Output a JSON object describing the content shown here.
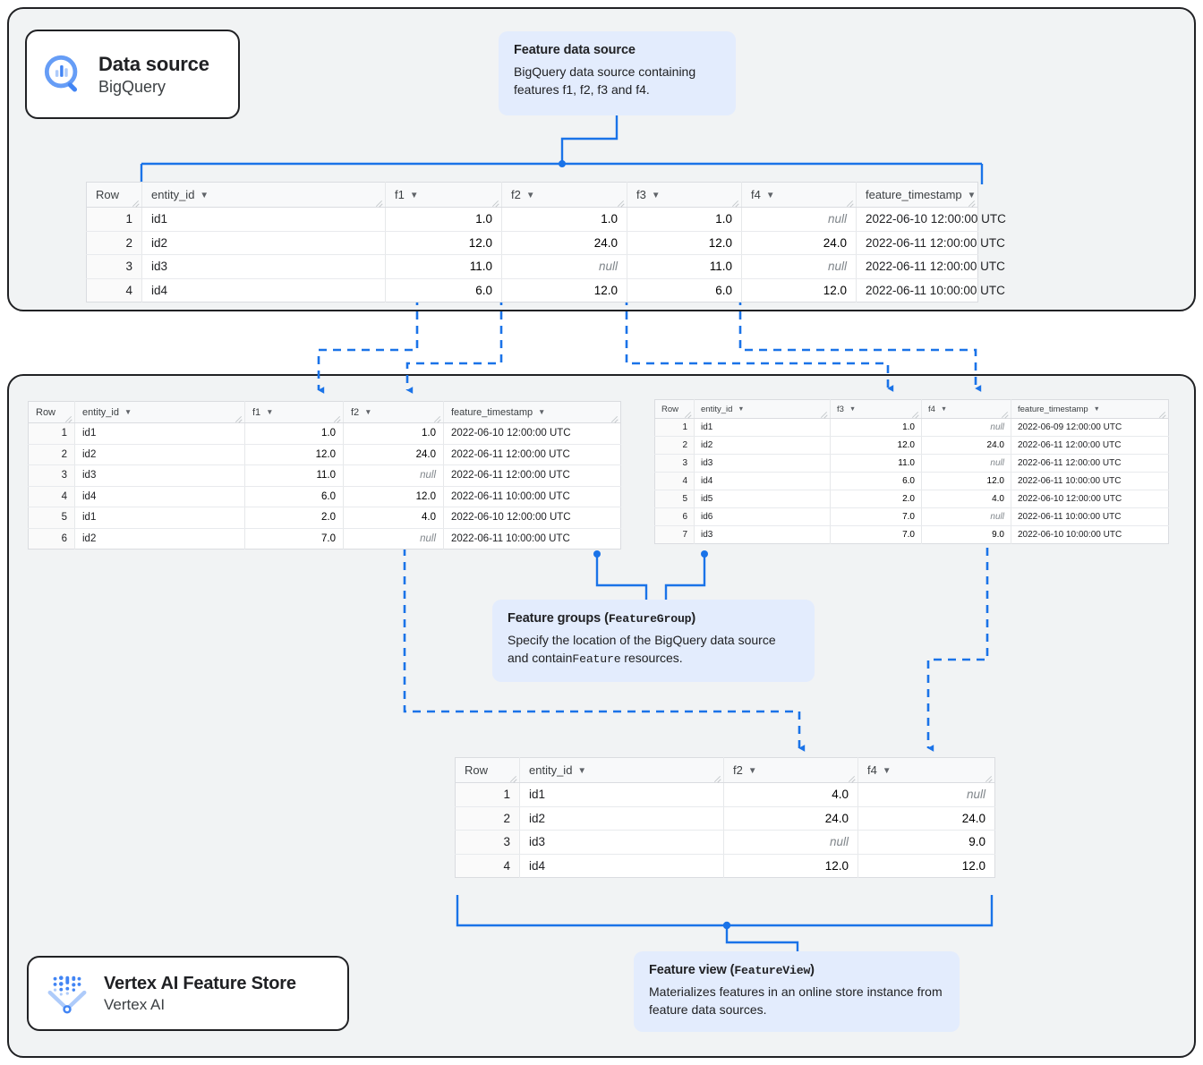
{
  "panels": {
    "data_source_panel": "Data source panel",
    "feature_store_panel": "Vertex AI Feature Store panel"
  },
  "cards": {
    "data_source": {
      "title": "Data source",
      "subtitle": "BigQuery",
      "icon": "bigquery-icon"
    },
    "feature_store": {
      "title": "Vertex AI Feature Store",
      "subtitle": "Vertex AI",
      "icon": "vertex-ai-icon"
    }
  },
  "callouts": {
    "feature_data_source": {
      "title": "Feature data source",
      "body": "BigQuery data source containing features f1, f2, f3 and f4."
    },
    "feature_groups": {
      "title_prefix": "Feature groups (",
      "title_code": "FeatureGroup",
      "title_suffix": ")",
      "body_part1": "Specify the location of the BigQuery data source and contain",
      "body_code": "Feature",
      "body_part2": " resources."
    },
    "feature_view": {
      "title_prefix": "Feature view (",
      "title_code": "FeatureView",
      "title_suffix": ")",
      "body": "Materializes features in an online store instance from feature data sources."
    }
  },
  "colors": {
    "accent_blue": "#1a73e8",
    "callout_bg": "#e3ecfd",
    "panel_bg": "#f1f3f4",
    "border_dark": "#202124",
    "null_text": "#80868b"
  },
  "tables": {
    "source": {
      "name": "feature-data-source-table",
      "columns": [
        "Row",
        "entity_id",
        "f1",
        "f2",
        "f3",
        "f4",
        "feature_timestamp"
      ],
      "rows": [
        [
          "1",
          "id1",
          "1.0",
          "1.0",
          "1.0",
          "null",
          "2022-06-10 12:00:00 UTC"
        ],
        [
          "2",
          "id2",
          "12.0",
          "24.0",
          "12.0",
          "24.0",
          "2022-06-11 12:00:00 UTC"
        ],
        [
          "3",
          "id3",
          "11.0",
          "null",
          "11.0",
          "null",
          "2022-06-11 12:00:00 UTC"
        ],
        [
          "4",
          "id4",
          "6.0",
          "12.0",
          "6.0",
          "12.0",
          "2022-06-11 10:00:00 UTC"
        ]
      ]
    },
    "feature_group_1": {
      "name": "feature-group-1-table",
      "columns": [
        "Row",
        "entity_id",
        "f1",
        "f2",
        "feature_timestamp"
      ],
      "rows": [
        [
          "1",
          "id1",
          "1.0",
          "1.0",
          "2022-06-10 12:00:00 UTC"
        ],
        [
          "2",
          "id2",
          "12.0",
          "24.0",
          "2022-06-11 12:00:00 UTC"
        ],
        [
          "3",
          "id3",
          "11.0",
          "null",
          "2022-06-11 12:00:00 UTC"
        ],
        [
          "4",
          "id4",
          "6.0",
          "12.0",
          "2022-06-11 10:00:00 UTC"
        ],
        [
          "5",
          "id1",
          "2.0",
          "4.0",
          "2022-06-10 12:00:00 UTC"
        ],
        [
          "6",
          "id2",
          "7.0",
          "null",
          "2022-06-11 10:00:00 UTC"
        ]
      ]
    },
    "feature_group_2": {
      "name": "feature-group-2-table",
      "columns": [
        "Row",
        "entity_id",
        "f3",
        "f4",
        "feature_timestamp"
      ],
      "rows": [
        [
          "1",
          "id1",
          "1.0",
          "null",
          "2022-06-09 12:00:00 UTC"
        ],
        [
          "2",
          "id2",
          "12.0",
          "24.0",
          "2022-06-11 12:00:00 UTC"
        ],
        [
          "3",
          "id3",
          "11.0",
          "null",
          "2022-06-11 12:00:00 UTC"
        ],
        [
          "4",
          "id4",
          "6.0",
          "12.0",
          "2022-06-11 10:00:00 UTC"
        ],
        [
          "5",
          "id5",
          "2.0",
          "4.0",
          "2022-06-10 12:00:00 UTC"
        ],
        [
          "6",
          "id6",
          "7.0",
          "null",
          "2022-06-11 10:00:00 UTC"
        ],
        [
          "7",
          "id3",
          "7.0",
          "9.0",
          "2022-06-10 10:00:00 UTC"
        ]
      ]
    },
    "feature_view": {
      "name": "feature-view-table",
      "columns": [
        "Row",
        "entity_id",
        "f2",
        "f4"
      ],
      "rows": [
        [
          "1",
          "id1",
          "4.0",
          "null"
        ],
        [
          "2",
          "id2",
          "24.0",
          "24.0"
        ],
        [
          "3",
          "id3",
          "null",
          "9.0"
        ],
        [
          "4",
          "id4",
          "12.0",
          "12.0"
        ]
      ]
    }
  }
}
